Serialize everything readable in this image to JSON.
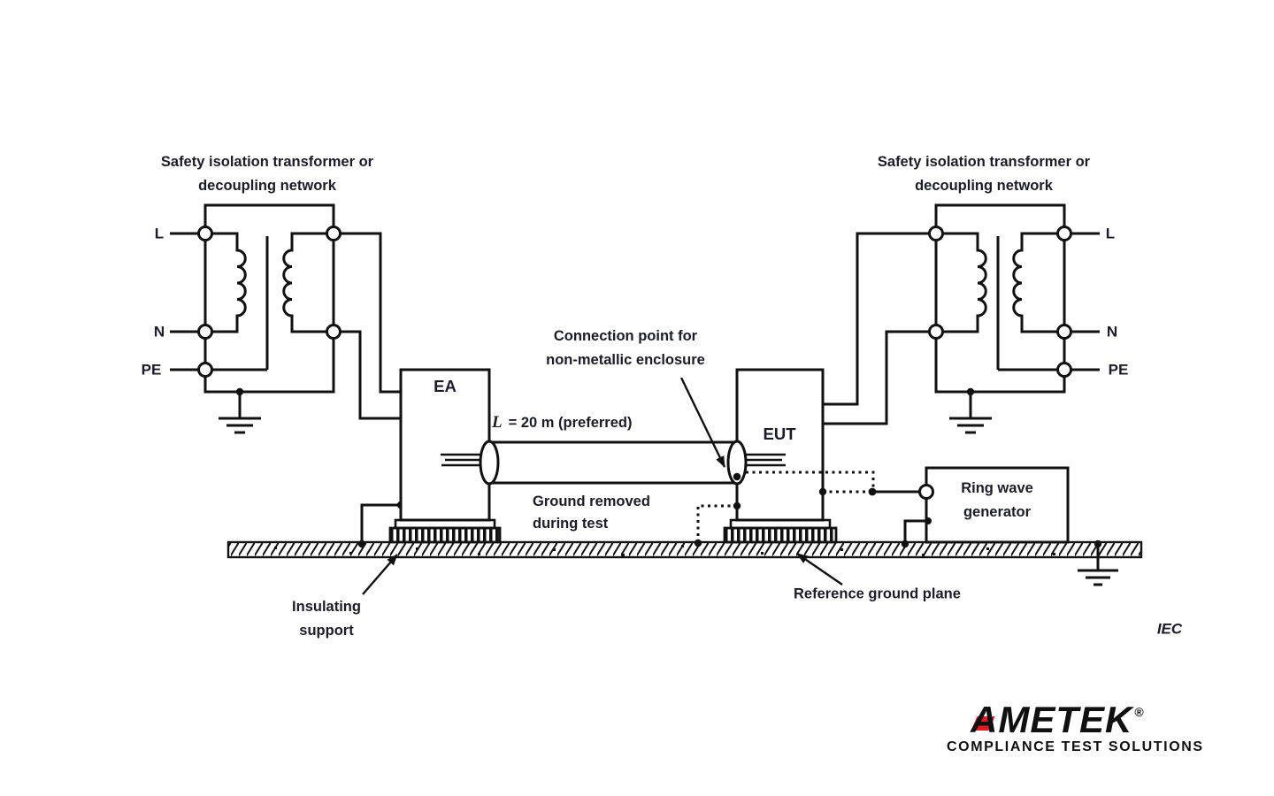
{
  "diagram": {
    "caption_left": "Safety isolation transformer or\ndecoupling network",
    "caption_right": "Safety isolation transformer or\ndecoupling network",
    "terminals_left": [
      "L",
      "N",
      "PE"
    ],
    "terminals_right": [
      "L",
      "N",
      "PE"
    ],
    "boxes": {
      "ea": "EA",
      "eut": "EUT",
      "generator": "Ring wave\ngenerator"
    },
    "annotations": {
      "connection_point": "Connection point for\nnon-metallic enclosure",
      "cable_length_symbol": "L",
      "cable_length_rest": "= 20 m (preferred)",
      "ground_removed": "Ground removed\nduring test",
      "reference_plane": "Reference ground plane",
      "insulating_support": "Insulating\nsupport",
      "iec_mark": "IEC"
    },
    "colors": {
      "line": "#111111",
      "text": "#1c1c28",
      "logo_red": "#e01b24",
      "logo_black": "#101010"
    }
  },
  "logo": {
    "brand": "AMETEK",
    "registered": "®",
    "tagline": "COMPLIANCE TEST SOLUTIONS"
  }
}
